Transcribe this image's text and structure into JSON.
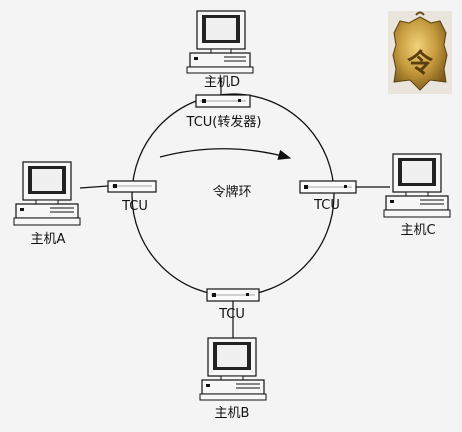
{
  "diagram": {
    "ring_label": "令牌环",
    "tcu_forwarder_label": "TCU(转发器)",
    "tcu_label": "TCU",
    "nodes": {
      "host_a": {
        "label": "主机A"
      },
      "host_b": {
        "label": "主机B"
      },
      "host_c": {
        "label": "主机C"
      },
      "host_d": {
        "label": "主机D"
      }
    },
    "token_image": {
      "glyph": "令",
      "color": "#b7902f"
    }
  }
}
